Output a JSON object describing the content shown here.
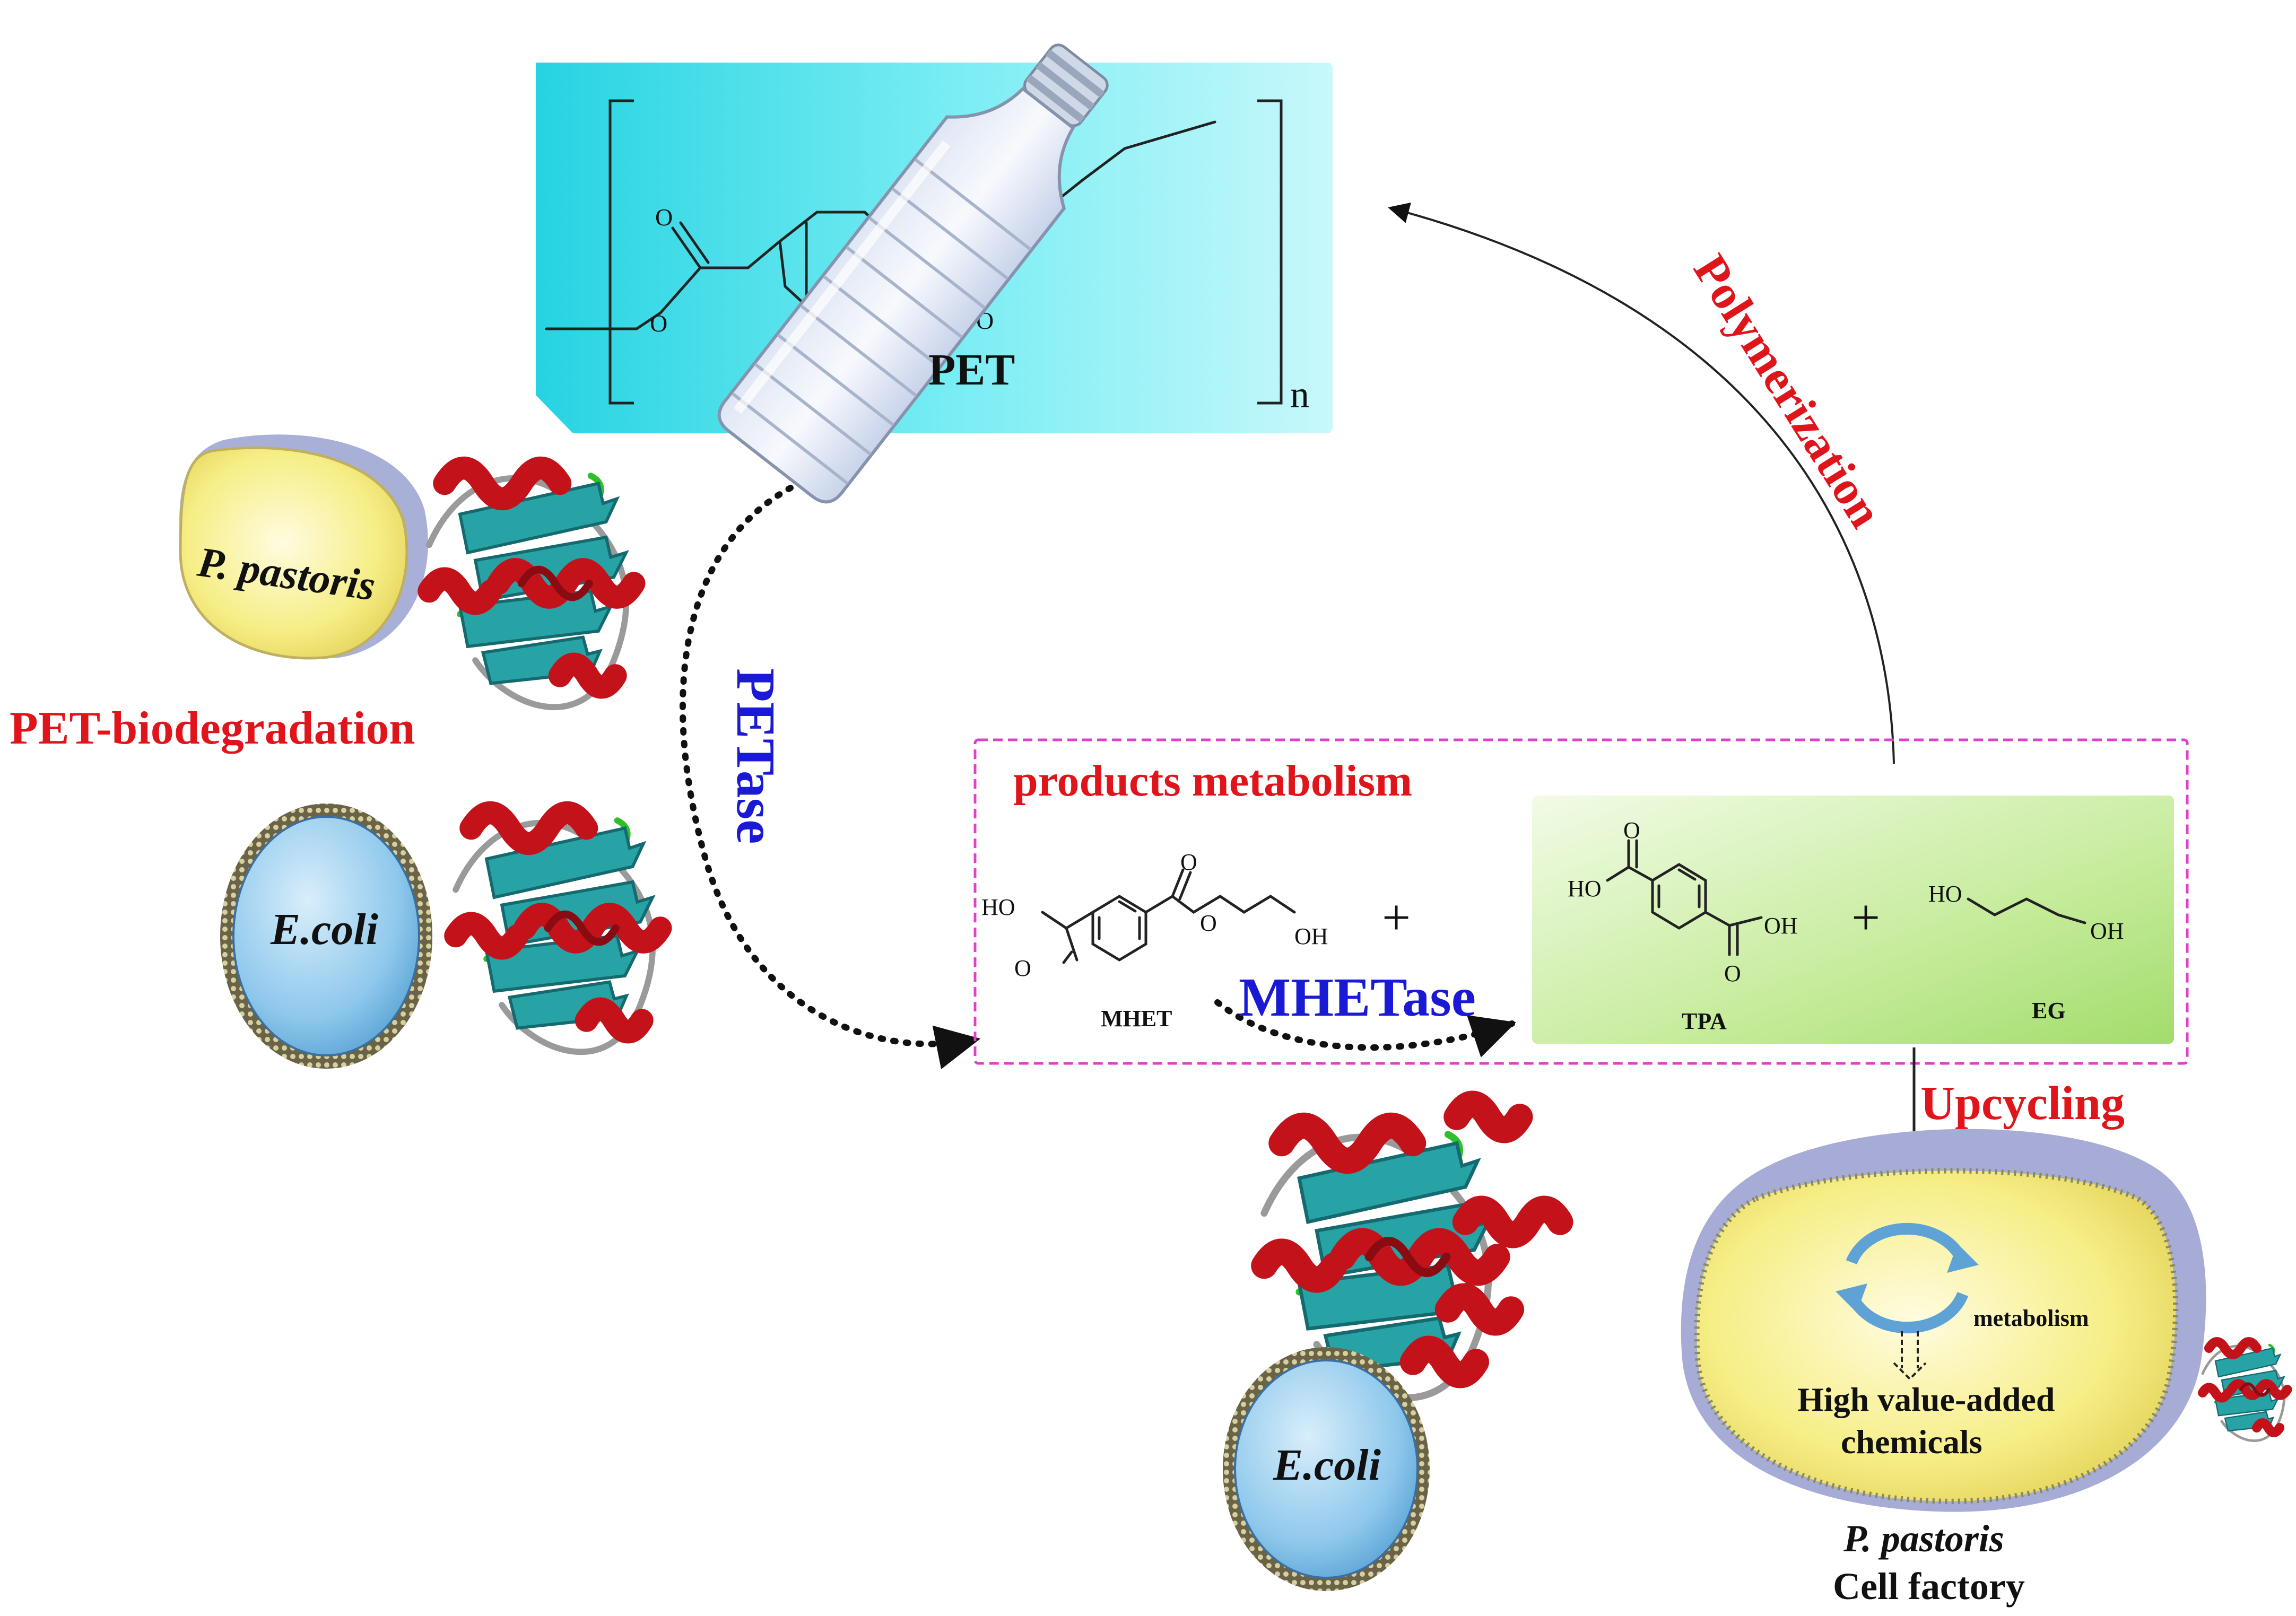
{
  "polymer": {
    "label": "PET",
    "repeat_subscript": "n",
    "atoms": [
      "O",
      "O",
      "O",
      "O"
    ]
  },
  "arrows": {
    "polymerization": "Polymerization",
    "upcycling": "Upcycling"
  },
  "enzymes": {
    "petase": "PETase",
    "mhetase": "MHETase"
  },
  "hosts": {
    "p_pastoris": "P. pastoris",
    "e_coli_left": "E.coli",
    "e_coli_bottom": "E.coli"
  },
  "process_label": "PET-biodegradation",
  "metabolism_box": {
    "title": "products metabolism",
    "mhet": {
      "name": "MHET",
      "atoms": [
        "HO",
        "O",
        "O",
        "O",
        "OH"
      ]
    },
    "plus": "+",
    "tpa": {
      "name": "TPA",
      "atoms": [
        "HO",
        "O",
        "OH",
        "O"
      ]
    },
    "plus2": "+",
    "eg": {
      "name": "EG",
      "atoms": [
        "HO",
        "OH"
      ]
    }
  },
  "cell_factory": {
    "cycle_label": "metabolism",
    "product_line1": "High value-added",
    "product_line2": "chemicals",
    "organism": "P. pastoris",
    "subtitle": "Cell factory"
  },
  "colors": {
    "red_label": "#e0151b",
    "blue_label": "#1a1ad6",
    "pet_box": "#3fe0ec",
    "green_box": "#b8e888",
    "yeast": "#f5ee8a",
    "ecoli": "#8fc8ec",
    "helix": "#c4121a",
    "sheet": "#27a3a6"
  }
}
